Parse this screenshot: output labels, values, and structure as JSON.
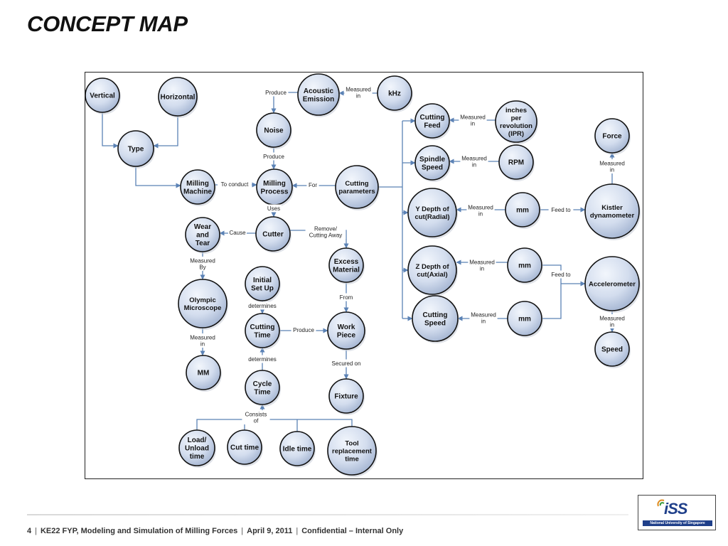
{
  "slide": {
    "title": "CONCEPT MAP"
  },
  "footer": {
    "page_number": "4",
    "course": "KE22 FYP, Modeling and Simulation of Milling Forces",
    "date": "April 9, 2011",
    "classification": "Confidential – Internal Only"
  },
  "logo": {
    "mark": "iSS",
    "subtitle": "National University of Singapore"
  },
  "colors": {
    "node_fill_light": "#e8eef8",
    "node_fill_dark": "#a8b8d4",
    "node_stroke": "#111111",
    "arrow": "#5b82b5",
    "label_text": "#222222"
  },
  "diagram": {
    "nodes": [
      {
        "id": "vertical",
        "lines": [
          "Vertical"
        ]
      },
      {
        "id": "horizontal",
        "lines": [
          "Horizontal"
        ]
      },
      {
        "id": "type",
        "lines": [
          "Type"
        ]
      },
      {
        "id": "milling_machine",
        "lines": [
          "Milling",
          "Machine"
        ]
      },
      {
        "id": "acoustic_emission",
        "lines": [
          "Acoustic",
          "Emission"
        ]
      },
      {
        "id": "khz",
        "lines": [
          "kHz"
        ]
      },
      {
        "id": "noise",
        "lines": [
          "Noise"
        ]
      },
      {
        "id": "milling_process",
        "lines": [
          "Milling",
          "Process"
        ]
      },
      {
        "id": "cutting_parameters",
        "lines": [
          "Cutting",
          "parameters"
        ]
      },
      {
        "id": "cutter",
        "lines": [
          "Cutter"
        ]
      },
      {
        "id": "wear_and_tear",
        "lines": [
          "Wear",
          "and",
          "Tear"
        ]
      },
      {
        "id": "excess_material",
        "lines": [
          "Excess",
          "Material"
        ]
      },
      {
        "id": "olympic_microscope",
        "lines": [
          "Olympic",
          "Microscope"
        ]
      },
      {
        "id": "mm_upper",
        "lines": [
          "MM"
        ]
      },
      {
        "id": "initial_setup",
        "lines": [
          "Initial",
          "Set Up"
        ]
      },
      {
        "id": "cutting_time",
        "lines": [
          "Cutting",
          "Time"
        ]
      },
      {
        "id": "work_piece",
        "lines": [
          "Work",
          "Piece"
        ]
      },
      {
        "id": "fixture",
        "lines": [
          "Fixture"
        ]
      },
      {
        "id": "cycle_time",
        "lines": [
          "Cycle",
          "Time"
        ]
      },
      {
        "id": "load_unload_time",
        "lines": [
          "Load/",
          "Unload",
          "time"
        ]
      },
      {
        "id": "cut_time",
        "lines": [
          "Cut time"
        ]
      },
      {
        "id": "idle_time",
        "lines": [
          "Idle time"
        ]
      },
      {
        "id": "tool_replacement_time",
        "lines": [
          "Tool",
          "replacement",
          "time"
        ]
      },
      {
        "id": "cutting_feed",
        "lines": [
          "Cutting",
          "Feed"
        ]
      },
      {
        "id": "ipr",
        "lines": [
          "inches",
          "per",
          "revolution",
          "(IPR)"
        ]
      },
      {
        "id": "spindle_speed",
        "lines": [
          "Spindle",
          "Speed"
        ]
      },
      {
        "id": "rpm",
        "lines": [
          "RPM"
        ]
      },
      {
        "id": "y_depth",
        "lines": [
          "Y Depth of",
          "cut(Radial)"
        ]
      },
      {
        "id": "mm_y",
        "lines": [
          "mm"
        ]
      },
      {
        "id": "z_depth",
        "lines": [
          "Z Depth of",
          "cut(Axial)"
        ]
      },
      {
        "id": "mm_z",
        "lines": [
          "mm"
        ]
      },
      {
        "id": "cutting_speed",
        "lines": [
          "Cutting",
          "Speed"
        ]
      },
      {
        "id": "mm_speed",
        "lines": [
          "mm"
        ]
      },
      {
        "id": "force",
        "lines": [
          "Force"
        ]
      },
      {
        "id": "kistler",
        "lines": [
          "Kistler",
          "dynamometer"
        ]
      },
      {
        "id": "accelerometer",
        "lines": [
          "Accelerometer"
        ]
      },
      {
        "id": "speed",
        "lines": [
          "Speed"
        ]
      }
    ],
    "connections": [
      {
        "id": "vertical_type",
        "label": []
      },
      {
        "id": "horizontal_type",
        "label": []
      },
      {
        "id": "type_machine",
        "label": []
      },
      {
        "id": "machine_process",
        "label": [
          "To conduct"
        ]
      },
      {
        "id": "acoustic_noise",
        "label": [
          "Produce"
        ]
      },
      {
        "id": "khz_acoustic",
        "label": [
          "Measured",
          "in"
        ]
      },
      {
        "id": "noise_process",
        "label": [
          "Produce"
        ]
      },
      {
        "id": "parameters_process",
        "label": [
          "For"
        ]
      },
      {
        "id": "process_cutter",
        "label": [
          "Uses"
        ]
      },
      {
        "id": "cutter_wear",
        "label": [
          "Cause"
        ]
      },
      {
        "id": "cutter_excess",
        "label": [
          "Remove/",
          "Cutting Away"
        ]
      },
      {
        "id": "wear_microscope",
        "label": [
          "Measured",
          "By"
        ]
      },
      {
        "id": "microscope_mm",
        "label": [
          "Measured",
          "in"
        ]
      },
      {
        "id": "excess_workpiece",
        "label": [
          "From"
        ]
      },
      {
        "id": "setup_cuttingtime",
        "label": [
          "determines"
        ]
      },
      {
        "id": "cuttingtime_workpiece",
        "label": [
          "Produce"
        ]
      },
      {
        "id": "cycle_cuttingtime",
        "label": [
          "determines"
        ]
      },
      {
        "id": "workpiece_fixture",
        "label": [
          "Secured on"
        ]
      },
      {
        "id": "components_cycle",
        "label": [
          "Consists",
          "of"
        ]
      },
      {
        "id": "parameters_branches",
        "label": []
      },
      {
        "id": "ipr_feed",
        "label": [
          "Measured",
          "in"
        ]
      },
      {
        "id": "rpm_spindle",
        "label": [
          "Measured",
          "in"
        ]
      },
      {
        "id": "mmy_ydepth",
        "label": [
          "Measured",
          "in"
        ]
      },
      {
        "id": "mmz_zdepth",
        "label": [
          "Measured",
          "in"
        ]
      },
      {
        "id": "mmspeed_cuttingspeed",
        "label": [
          "Measured",
          "in"
        ]
      },
      {
        "id": "kistler_force",
        "label": [
          "Measured",
          "in"
        ]
      },
      {
        "id": "mm_to_kistler",
        "label": [
          "Feed to"
        ]
      },
      {
        "id": "mm_to_accelerometer",
        "label": [
          "Feed to"
        ]
      },
      {
        "id": "accelerometer_speed",
        "label": [
          "Measured",
          "in"
        ]
      }
    ]
  }
}
